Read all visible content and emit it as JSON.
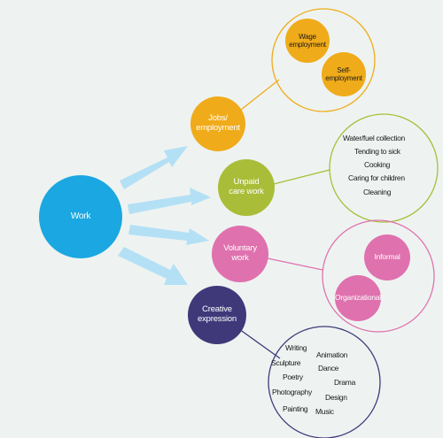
{
  "colors": {
    "background": "#eef3f1",
    "work": "#1ba7e1",
    "jobs": "#f0ab1a",
    "unpaid": "#a9bd38",
    "voluntary": "#df71ae",
    "creative": "#3f397a",
    "arrow": "#b4e0f5"
  },
  "center": {
    "label": "Work"
  },
  "branches": {
    "jobs": {
      "label": "Jobs/\nemployment",
      "items": [
        "Wage\nemployment",
        "Self-\nemployment"
      ]
    },
    "unpaid": {
      "label": "Unpaid\ncare work",
      "items": [
        "Water/fuel collection",
        "Tending to sick",
        "Cooking",
        "Caring for children",
        "Cleaning"
      ]
    },
    "voluntary": {
      "label": "Voluntary\nwork",
      "items": [
        "Informal",
        "Organizational"
      ]
    },
    "creative": {
      "label": "Creative\nexpression",
      "items": [
        "Writing",
        "Animation",
        "Sculpture",
        "Dance",
        "Poetry",
        "Drama",
        "Photography",
        "Design",
        "Painting",
        "Music"
      ]
    }
  }
}
